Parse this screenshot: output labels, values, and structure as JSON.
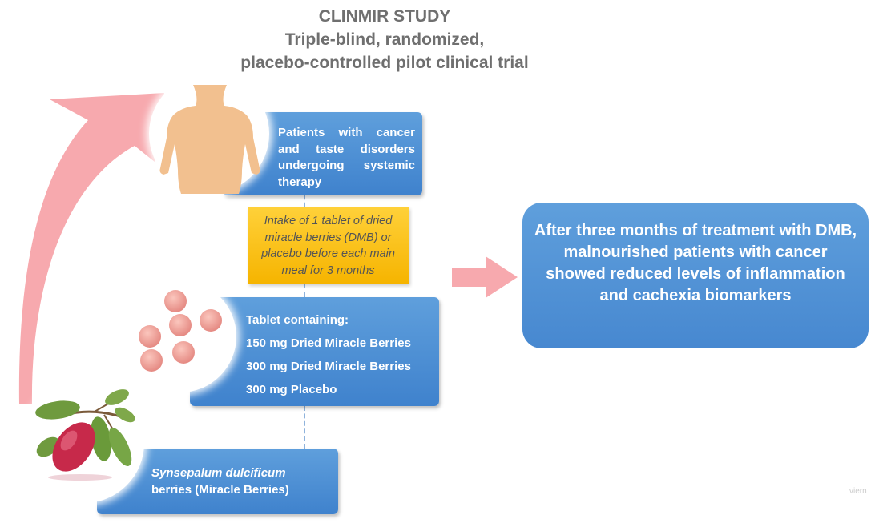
{
  "title": {
    "line1": "CLINMIR STUDY",
    "line2": "Triple-blind, randomized,",
    "line3": "placebo-controlled pilot clinical trial"
  },
  "patients": {
    "text": "Patients with cancer and taste disorders undergoing systemic therapy"
  },
  "intake": {
    "text": "Intake of 1 tablet of dried miracle berries (DMB) or placebo before each main meal for 3 months"
  },
  "tablet": {
    "heading": "Tablet containing:",
    "items": [
      "150 mg Dried Miracle Berries",
      "300 mg Dried Miracle Berries",
      "300 mg Placebo"
    ]
  },
  "berries": {
    "species": "Synsepalum dulcificum",
    "common": "berries (Miracle Berries)"
  },
  "result": {
    "text": "After three months of treatment with DMB, malnourished patients with cancer showed reduced levels of inflammation and cachexia biomarkers"
  },
  "watermark": {
    "text": "viern"
  },
  "colors": {
    "box_blue": "#4a8ad2",
    "intake_yellow": "#f9c21a",
    "arrow_pink": "#f7a9ae",
    "title_gray": "#6f6f6f"
  },
  "icons": {
    "patient": "human-torso-icon",
    "tablet": "pink-tablets-icon",
    "berries": "miracle-berry-icon"
  }
}
